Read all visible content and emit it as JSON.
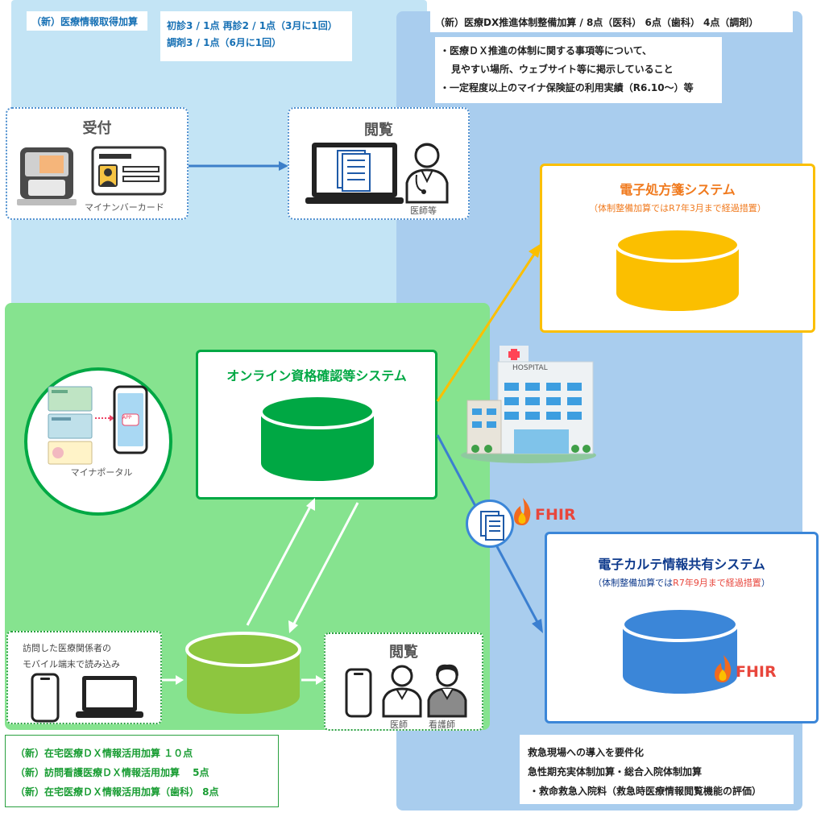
{
  "top_left_info": {
    "tag": "（新）医療情報取得加算",
    "line1": "初診3 / 1点 再診2 / 1点（3月に1回）",
    "line2": "調剤3 / 1点（6月に1回）"
  },
  "top_right_info": {
    "title": "（新）医療DX推進体制整備加算 / 8点（医科） 6点（歯科） 4点（調剤）",
    "bullet1_a": "・医療ＤＸ推進の体制に関する事項等について、",
    "bullet1_b": "見やすい場所、ウェブサイト等に掲示していること",
    "bullet2": "・一定程度以上のマイナ保険証の利用実績（R6.10〜）等"
  },
  "reception": {
    "title": "受付",
    "card_label": "マイナンバーカード"
  },
  "viewing_top": {
    "title": "閲覧",
    "doctor_label": "医師等"
  },
  "eprescription": {
    "title": "電子処方箋システム",
    "note_prefix": "（体制整備加算では",
    "note_highlight": "R7年3月まで経過措置",
    "note_suffix": "）",
    "color": "#fbbf00"
  },
  "online_system": {
    "title": "オンライン資格確認等システム",
    "color": "#00a844"
  },
  "mynaportal": {
    "label": "マイナポータル",
    "app": "APP"
  },
  "hospital": {
    "sign": "HOSPITAL"
  },
  "fhir": {
    "label": "FHIR"
  },
  "ekarte": {
    "title": "電子カルテ情報共有システム",
    "note_prefix": "（体制整備加算では",
    "note_highlight": "R7年9月まで経過措置",
    "note_suffix": "）",
    "color": "#3b86d8"
  },
  "visit": {
    "line1": "訪問した医療関係者の",
    "line2": "モバイル端末で読み込み",
    "db_color": "#8dc63f"
  },
  "viewing_bottom": {
    "title": "閲覧",
    "doctor_label": "医師",
    "nurse_label": "看護師"
  },
  "bottom_left_info": {
    "line1": "（新）在宅医療ＤＸ情報活用加算 １０点",
    "line2": "（新）訪問看護医療ＤＸ情報活用加算　 5点",
    "line3": "（新）在宅医療ＤＸ情報活用加算（歯科） 8点"
  },
  "bottom_right_info": {
    "line1": "救急現場への導入を要件化",
    "line2": "急性期充実体制加算・総合入院体制加算",
    "line3": "・救命救急入院料（救急時医療情報閲覧機能の評価）"
  },
  "colors": {
    "highlight_red": "#e8463c",
    "orange": "#f07a1e",
    "navy": "#0e3a8c"
  }
}
